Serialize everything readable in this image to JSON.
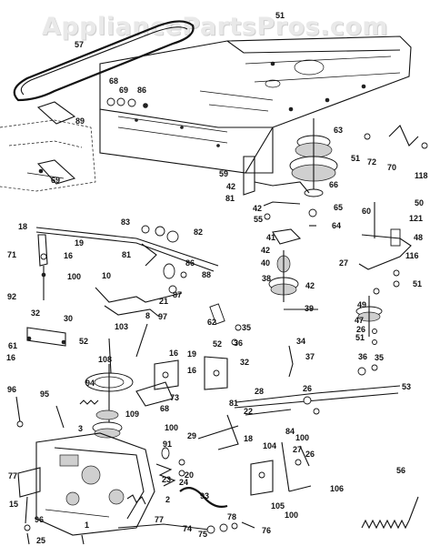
{
  "watermark": "AppliancePartsPros.com",
  "labels": [
    {
      "text": "57"
    },
    {
      "text": "51"
    },
    {
      "text": "68"
    },
    {
      "text": "69"
    },
    {
      "text": "86"
    },
    {
      "text": "89"
    },
    {
      "text": "69"
    },
    {
      "text": "63"
    },
    {
      "text": "51"
    },
    {
      "text": "72"
    },
    {
      "text": "70"
    },
    {
      "text": "118"
    },
    {
      "text": "59"
    },
    {
      "text": "42"
    },
    {
      "text": "81"
    },
    {
      "text": "66"
    },
    {
      "text": "42"
    },
    {
      "text": "55"
    },
    {
      "text": "65"
    },
    {
      "text": "64"
    },
    {
      "text": "50"
    },
    {
      "text": "60"
    },
    {
      "text": "121"
    },
    {
      "text": "48"
    },
    {
      "text": "18"
    },
    {
      "text": "19"
    },
    {
      "text": "71"
    },
    {
      "text": "16"
    },
    {
      "text": "100"
    },
    {
      "text": "92"
    },
    {
      "text": "83"
    },
    {
      "text": "82"
    },
    {
      "text": "81"
    },
    {
      "text": "86"
    },
    {
      "text": "88"
    },
    {
      "text": "87"
    },
    {
      "text": "21"
    },
    {
      "text": "10"
    },
    {
      "text": "8"
    },
    {
      "text": "41"
    },
    {
      "text": "42"
    },
    {
      "text": "40"
    },
    {
      "text": "38"
    },
    {
      "text": "42"
    },
    {
      "text": "39"
    },
    {
      "text": "27"
    },
    {
      "text": "116"
    },
    {
      "text": "51"
    },
    {
      "text": "49"
    },
    {
      "text": "47"
    },
    {
      "text": "26"
    },
    {
      "text": "51"
    },
    {
      "text": "32"
    },
    {
      "text": "30"
    },
    {
      "text": "61"
    },
    {
      "text": "52"
    },
    {
      "text": "16"
    },
    {
      "text": "103"
    },
    {
      "text": "97"
    },
    {
      "text": "62"
    },
    {
      "text": "35"
    },
    {
      "text": "36"
    },
    {
      "text": "34"
    },
    {
      "text": "37"
    },
    {
      "text": "36"
    },
    {
      "text": "35"
    },
    {
      "text": "108"
    },
    {
      "text": "16"
    },
    {
      "text": "19"
    },
    {
      "text": "52"
    },
    {
      "text": "16"
    },
    {
      "text": "32"
    },
    {
      "text": "94"
    },
    {
      "text": "73"
    },
    {
      "text": "68"
    },
    {
      "text": "81"
    },
    {
      "text": "96"
    },
    {
      "text": "95"
    },
    {
      "text": "109"
    },
    {
      "text": "3"
    },
    {
      "text": "53"
    },
    {
      "text": "28"
    },
    {
      "text": "26"
    },
    {
      "text": "22"
    },
    {
      "text": "100"
    },
    {
      "text": "29"
    },
    {
      "text": "91"
    },
    {
      "text": "18"
    },
    {
      "text": "104"
    },
    {
      "text": "84"
    },
    {
      "text": "100"
    },
    {
      "text": "27"
    },
    {
      "text": "26"
    },
    {
      "text": "23"
    },
    {
      "text": "20"
    },
    {
      "text": "24"
    },
    {
      "text": "77"
    },
    {
      "text": "15"
    },
    {
      "text": "2"
    },
    {
      "text": "93"
    },
    {
      "text": "106"
    },
    {
      "text": "105"
    },
    {
      "text": "100"
    },
    {
      "text": "56"
    },
    {
      "text": "96"
    },
    {
      "text": "25"
    },
    {
      "text": "1"
    },
    {
      "text": "77"
    },
    {
      "text": "74"
    },
    {
      "text": "78"
    },
    {
      "text": "75"
    },
    {
      "text": "76"
    }
  ]
}
